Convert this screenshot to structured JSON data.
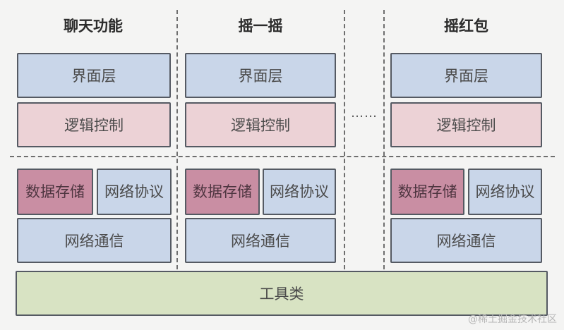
{
  "columns": [
    {
      "title": "聊天功能",
      "ui_layer": "界面层",
      "logic": "逻辑控制",
      "storage": "数据存储",
      "protocol": "网络协议",
      "network": "网络通信"
    },
    {
      "title": "摇一摇",
      "ui_layer": "界面层",
      "logic": "逻辑控制",
      "storage": "数据存储",
      "protocol": "网络协议",
      "network": "网络通信"
    },
    {
      "title": "摇红包",
      "ui_layer": "界面层",
      "logic": "逻辑控制",
      "storage": "数据存储",
      "protocol": "网络协议",
      "network": "网络通信"
    }
  ],
  "ellipsis": "……",
  "tools": "工具类",
  "watermark": "@稀土掘金技术社区",
  "colors": {
    "ui_layer": "#c9d6e9",
    "logic": "#ecd2d6",
    "storage": "#c98ea3",
    "protocol": "#c9d6e9",
    "network": "#c9d6e9",
    "tools": "#d8e3c3"
  }
}
